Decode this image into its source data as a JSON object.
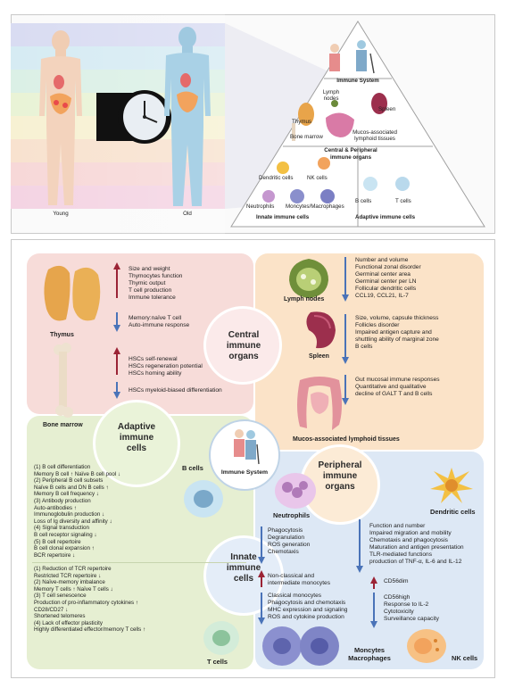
{
  "top": {
    "young_label": "Young",
    "old_label": "Old"
  },
  "pyramid": {
    "apex": "Immune System",
    "organ_labels": {
      "lymph_nodes": "Lymph\nnodes",
      "thymus": "Thymus",
      "spleen": "Spleen",
      "bone_marrow": "Bone marrow",
      "malt": "Mucos-associated\nlymphoid tissues"
    },
    "organ_tier_title": "Central & Peripheral\nimmune organs",
    "cells": {
      "dendritic": "Dendritic cells",
      "nk": "NK cells",
      "b": "B cells",
      "t": "T cells",
      "neutrophils": "Neutrophils",
      "monocytes": "Moncytes/Macrophages"
    },
    "innate_title": "Innate immune cells",
    "adaptive_title": "Adaptive immune cells"
  },
  "central_organs": {
    "title": "Central\nimmune\norgans",
    "thymus": {
      "label": "Thymus",
      "increase": [
        "Size and weight",
        "Thymocytes function",
        "Thymic output",
        "T cell production",
        "Immune tolerance"
      ],
      "decrease": [
        "Memory:naïve T cell",
        "Auto-immune response"
      ]
    },
    "bone_marrow": {
      "label": "Bone marrow",
      "increase": [
        "HSCs self-renewal",
        "HSCs regeneration potential",
        "HSCs homing ability"
      ],
      "decrease": [
        "HSCs myeloid-biased differentiation"
      ]
    }
  },
  "peripheral_organs": {
    "title": "Peripheral\nimmune\norgans",
    "lymph_nodes": {
      "label": "Lymph nodes",
      "items": [
        "Number and volume",
        "Functional zonal disorder",
        "Germinal center area",
        "Germinal center per LN",
        "Follicular dendritic cells",
        "CCL19, CCL21, IL-7"
      ]
    },
    "spleen": {
      "label": "Spleen",
      "items": [
        "Size, volume, capsule thickness",
        "Follicles disorder",
        "Impaired antigen capture and",
        "shuttling ability of marginal zone",
        "B cells"
      ]
    },
    "malt": {
      "label": "Mucos-associated lymphoid tissues",
      "items": [
        "Gut mucosal immune responses",
        "Quantitative and qualitative",
        "decline of GALT T and B cells"
      ]
    }
  },
  "adaptive": {
    "title": "Adaptive\nimmune\ncells",
    "b_label": "B cells",
    "t_label": "T cells",
    "b_items": [
      "(1) B cell differentiation",
      "   Memory B cell ↑ Naïve B cell pool ↓",
      "(2) Peripheral B cell subsets",
      "   Naïve B cells and DN B cells ↑",
      "   Memory B cell frequency ↓",
      "(3) Antibody production",
      "   Auto-antibodies ↑",
      "   Immunoglobulin production ↓",
      "   Loss of Ig diversity and affinity ↓",
      "(4) Signal transduction",
      "   B cell receptor signaling ↓",
      "(5) B cell repertoire",
      "   B cell clonal expansion ↑",
      "   BCR repertoire ↓"
    ],
    "t_items": [
      "(1) Reduction of TCR repertoire",
      "   Restricted TCR repertoire ↓",
      "(2) Naïve-memory imbalance",
      "   Memory T cells ↑  Naïve T cells ↓",
      "(3) T cell senescence",
      "   Production of pro-inflammatory cytokines ↑",
      "   CD28/CD27 ↓",
      "   Shortened telomeres",
      "(4) Lack of effector plasticity",
      "   Highly differentiated effector/memory T cells ↑"
    ]
  },
  "center": {
    "label": "Immune System"
  },
  "innate": {
    "title": "Innate\nimmune\ncells",
    "neutrophils": {
      "label": "Neutrophils",
      "items": [
        "Phagocytosis",
        "Degranulation",
        "ROS generation",
        "Chemotaxis"
      ]
    },
    "monocytes": {
      "label": "Moncytes\nMacrophages",
      "increase": [
        "Non-classical and",
        "intermediate monocytes"
      ],
      "decrease": [
        "Classical monocytes",
        "Phagocytosis and chemotaxis",
        "MHC expression and signaling",
        "ROS and cytokine production"
      ]
    },
    "dendritic": {
      "label": "Dendritic cells",
      "items": [
        "Function and number",
        "Impaired migration and mobility",
        "Chemotaxis and phagocytosis",
        "Maturation and antigen presentation",
        "TLR-mediated functions",
        "production of TNF-α, IL-6 and IL-12"
      ]
    },
    "nk": {
      "label": "NK cells",
      "increase": [
        "CD56dim"
      ],
      "decrease": [
        "CD56high",
        "Response to IL-2",
        "Cytotoxicity",
        "Surveillance capacity"
      ]
    }
  },
  "colors": {
    "central_bg": "#f7dcd9",
    "peripheral_bg": "#fbe3c8",
    "adaptive_bg": "#e6efd2",
    "innate_bg": "#dde8f5",
    "up_arrow": "#9b2335",
    "down_arrow": "#4a73b8"
  }
}
